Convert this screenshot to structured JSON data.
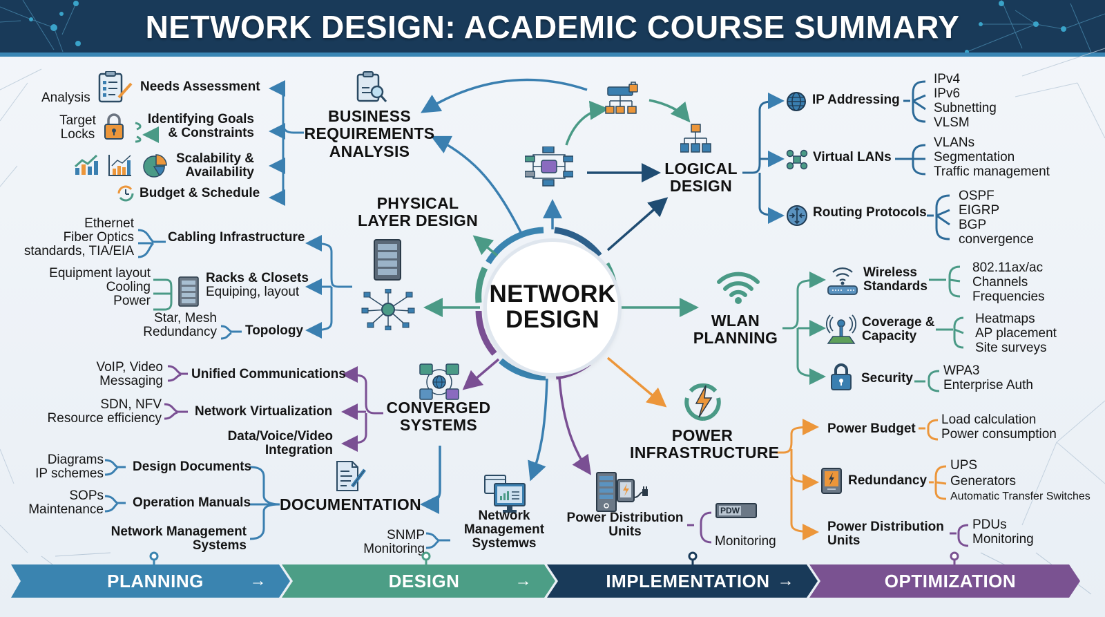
{
  "header": {
    "title": "NETWORK DESIGN: ACADEMIC COURSE SUMMARY"
  },
  "center": {
    "line1": "NETWORK",
    "line2": "DESIGN"
  },
  "business": {
    "title_lines": [
      "BUSINESS",
      "REQUIREMENTS",
      "ANALYSIS"
    ],
    "icon": "clipboard-magnifier-icon",
    "items": [
      {
        "label": "Needs Assessment",
        "note": "Analysis",
        "icon": "checklist-clipboard-icon"
      },
      {
        "label_lines": [
          "Identifying Goals",
          "& Constraints"
        ],
        "note_lines": [
          "Target",
          "Locks"
        ],
        "icon": "padlock-icon"
      },
      {
        "label_lines": [
          "Scalability &",
          "Availability"
        ],
        "icons": [
          "growth-chart-icon",
          "bar-chart-icon",
          "pie-chart-icon"
        ]
      },
      {
        "label": "Budget & Schedule",
        "icon": "clock-cycle-icon"
      }
    ]
  },
  "physical": {
    "title_lines": [
      "PHYSICAL",
      "LAYER DESIGN"
    ],
    "icons": [
      "server-rack-icon",
      "star-topology-icon"
    ],
    "items": [
      {
        "label": "Cabling Infrastructure",
        "notes": [
          "Ethernet",
          "Fiber Optics",
          "standards, TIA/EIA"
        ]
      },
      {
        "label_lines": [
          "Racks & Closets",
          "Equiping, layout"
        ],
        "notes": [
          "Equipment layout",
          "Cooling",
          "Power"
        ],
        "icon": "rack-icon"
      },
      {
        "label": "Topology",
        "notes": [
          "Star, Mesh",
          "Redundancy"
        ]
      }
    ]
  },
  "logical": {
    "title_lines": [
      "LOGICAL",
      "DESIGN"
    ],
    "icons": [
      "hierarchy-lock-icon",
      "hierarchy-icon",
      "network-switch-icon"
    ],
    "items": [
      {
        "label": "IP Addressing",
        "icon": "globe-icon",
        "notes": [
          "IPv4",
          "IPv6",
          "Subnetting",
          "VLSM"
        ]
      },
      {
        "label": "Virtual LANs",
        "icon": "vlan-nodes-icon",
        "notes": [
          "VLANs",
          "Segmentation",
          "Traffic management"
        ]
      },
      {
        "label": "Routing Protocols",
        "icon": "router-icon",
        "notes": [
          "OSPF",
          "EIGRP",
          "BGP",
          "convergence"
        ]
      }
    ]
  },
  "wlan": {
    "title_lines": [
      "WLAN",
      "PLANNING"
    ],
    "icon": "wifi-icon",
    "items": [
      {
        "label_lines": [
          "Wireless",
          "Standards"
        ],
        "icon": "wireless-router-icon",
        "notes": [
          "802.11ax/ac",
          "Channels",
          "Frequencies"
        ]
      },
      {
        "label_lines": [
          "Coverage &",
          "Capacity"
        ],
        "icon": "antenna-icon",
        "notes": [
          "Heatmaps",
          "AP placement",
          "Site surveys"
        ]
      },
      {
        "label": "Security",
        "icon": "padlock-icon",
        "notes": [
          "WPA3",
          "Enterprise Auth"
        ]
      }
    ]
  },
  "converged": {
    "title_lines": [
      "CONVERGED",
      "SYSTEMS"
    ],
    "icon": "converged-communications-icon",
    "items": [
      {
        "label": "Unified Communications",
        "notes": [
          "VoIP, Video",
          "Messaging"
        ]
      },
      {
        "label": "Network Virtualization",
        "notes": [
          "SDN, NFV",
          "Resource efficiency"
        ]
      },
      {
        "label_lines": [
          "Data/Voice/Video",
          "Integration"
        ]
      }
    ]
  },
  "documentation": {
    "title": "DOCUMENTATION",
    "icon": "document-pen-icon",
    "items": [
      {
        "label": "Design Documents",
        "notes": [
          "Diagrams",
          "IP schemes"
        ]
      },
      {
        "label": "Operation Manuals",
        "notes": [
          "SOPs",
          "Maintenance"
        ]
      },
      {
        "label_lines": [
          "Network Management",
          "Systems"
        ]
      }
    ]
  },
  "nms": {
    "label_lines": [
      "Network",
      "Management",
      "Systemws"
    ],
    "icon": "monitor-dashboard-icon",
    "notes": [
      "SNMP",
      "Monitoring"
    ]
  },
  "pdu_left": {
    "label_lines": [
      "Power Distribution",
      "Units"
    ],
    "icon": "power-server-icon",
    "pdu_icon": "pdu-device-icon",
    "pdu_icon_text": "PDW",
    "notes": [
      "Monitoring"
    ]
  },
  "power": {
    "title_lines": [
      "POWER",
      "INFRASTRUCTURE"
    ],
    "icon": "power-bolt-icon",
    "items": [
      {
        "label": "Power Budget",
        "notes": [
          "Load calculation",
          "Power consumption"
        ]
      },
      {
        "label": "Redundancy",
        "icon": "battery-bolt-icon",
        "notes": [
          "UPS",
          "Generators",
          "Automatic Transfer Switches"
        ]
      },
      {
        "label_lines": [
          "Power Distribution",
          "Units"
        ],
        "notes": [
          "PDUs",
          "Monitoring"
        ]
      }
    ]
  },
  "phases": [
    {
      "label": "PLANNING",
      "color": "#3a84b0"
    },
    {
      "label": "DESIGN",
      "color": "#4c9e86"
    },
    {
      "label": "IMPLEMENTATION",
      "color": "#193a59"
    },
    {
      "label": "OPTIMIZATION",
      "color": "#7a5291"
    }
  ],
  "colors": {
    "blue": "#3a7fb0",
    "teal": "#4a9a86",
    "navy": "#1f4c72",
    "purple": "#7a4f93",
    "orange": "#ec963a"
  },
  "phase_arrow": "→"
}
